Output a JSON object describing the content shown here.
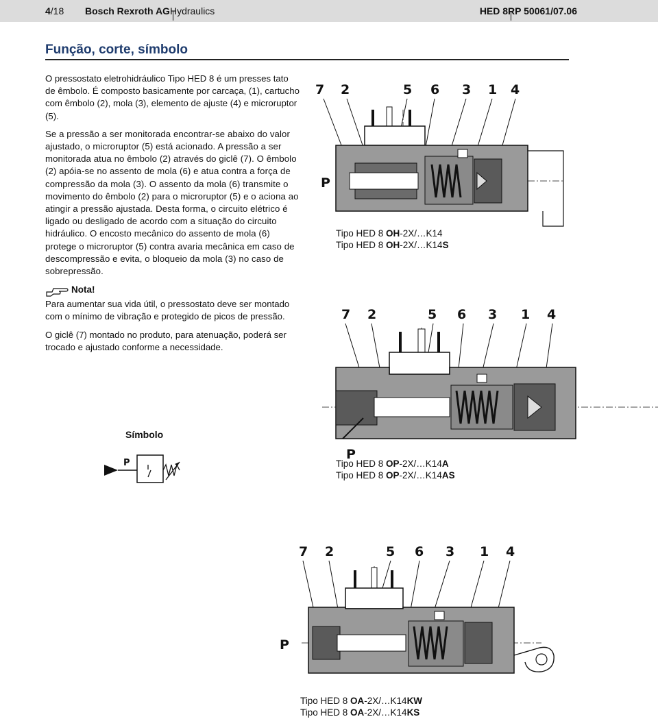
{
  "header": {
    "page_num": "4",
    "page_total": "/18",
    "company": "Bosch Rexroth AG",
    "division": "Hydraulics",
    "product": "HED 8",
    "doc": "RP 50061/07.06"
  },
  "section": {
    "title": "Função, corte, símbolo"
  },
  "body": {
    "p1": "O pressostato eletrohidráulico Tipo HED 8 é um presses tato de êmbolo. É composto basicamente por carcaça, (1), cartucho com êmbolo (2), mola (3), elemento de ajuste (4) e microruptor (5).",
    "p2": "Se a pressão a ser monitorada encontrar-se abaixo do valor ajustado, o microruptor (5) está acionado. A pressão a ser monitorada atua no êmbolo (2) através do giclê (7). O êmbolo (2) apóia-se no assento de mola (6) e atua contra a força de compressão da mola (3). O assento da mola (6) transmite o movimento do êmbolo (2) para o microruptor (5) e o aciona ao atingir a pressão ajustada. Desta forma, o circuito elétrico é ligado ou desligado de acordo com a situação do circuito hidráulico. O encosto mecânico do assento de mola (6) protege o microruptor (5) contra avaria mecânica em caso de descompressão e evita, o bloqueio da mola (3) no caso de sobrepressão.",
    "note_label": "Nota!",
    "note1": "Para aumentar sua vida útil, o pressostato deve ser montado com o mínimo de vibração e protegido de picos de pressão.",
    "note2": "O giclê (7) montado no produto, para atenuação, poderá ser trocado e ajustado conforme a necessidade."
  },
  "symbol": {
    "title": "Símbolo",
    "p_label": "P"
  },
  "figures": [
    {
      "labels": [
        "7",
        "2",
        "5",
        "6",
        "3",
        "1",
        "4"
      ],
      "port": "P",
      "caption1_prefix": "Tipo HED 8 ",
      "caption1_bold": "OH",
      "caption1_suffix": "-2X/…K14",
      "caption1_tail": "",
      "caption2_prefix": "Tipo HED 8 ",
      "caption2_bold": "OH",
      "caption2_suffix": "-2X/…K14",
      "caption2_tail": "S"
    },
    {
      "labels": [
        "7",
        "2",
        "5",
        "6",
        "3",
        "1",
        "4"
      ],
      "port": "P",
      "caption1_prefix": "Tipo HED 8 ",
      "caption1_bold": "OP",
      "caption1_suffix": "-2X/…K14",
      "caption1_tail": "A",
      "caption2_prefix": "Tipo HED 8 ",
      "caption2_bold": "OP",
      "caption2_suffix": "-2X/…K14",
      "caption2_tail": "AS"
    },
    {
      "labels": [
        "7",
        "2",
        "5",
        "6",
        "3",
        "1",
        "4"
      ],
      "port": "P",
      "caption1_prefix": "Tipo HED 8 ",
      "caption1_bold": "OA",
      "caption1_suffix": "-2X/…K14",
      "caption1_tail": "KW",
      "caption2_prefix": "Tipo HED 8 ",
      "caption2_bold": "OA",
      "caption2_suffix": "-2X/…K14",
      "caption2_tail": "KS"
    }
  ]
}
